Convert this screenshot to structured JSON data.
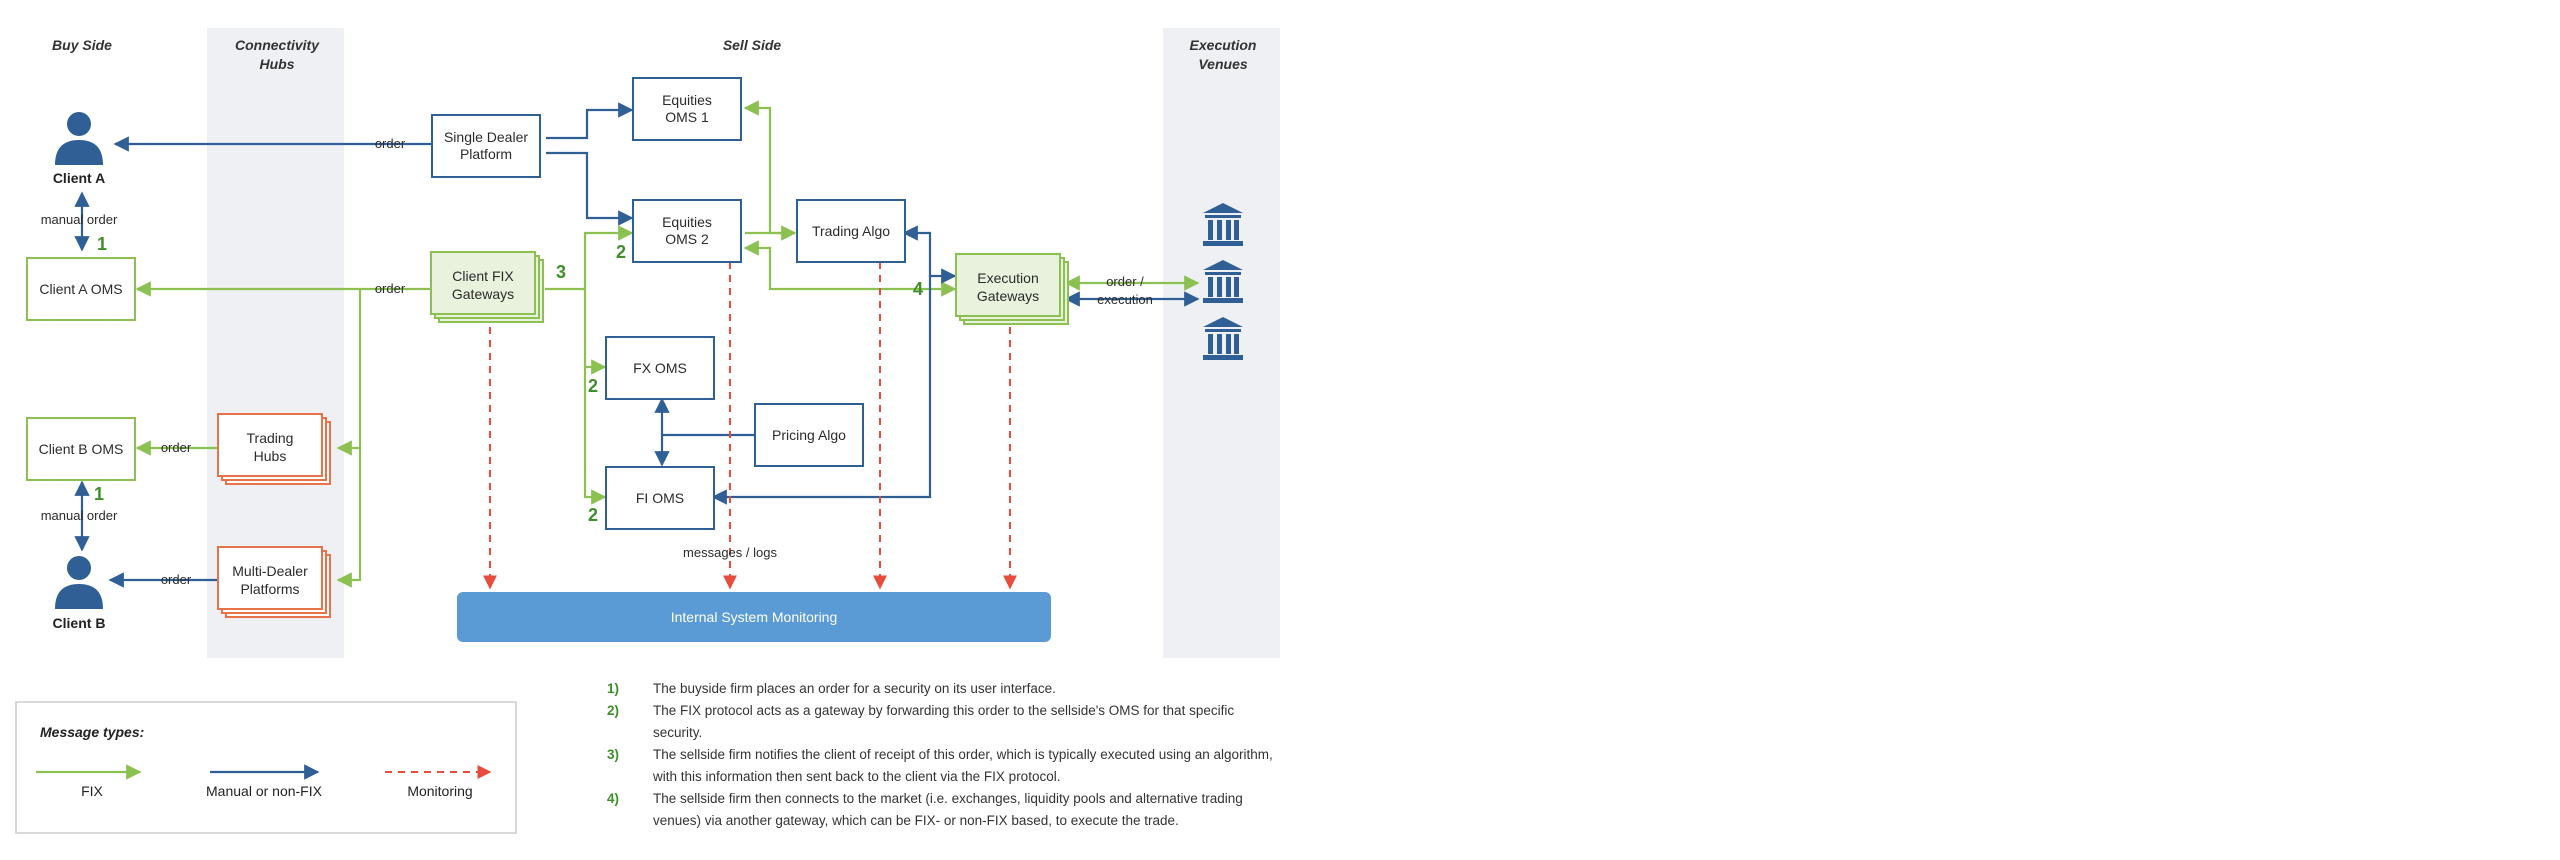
{
  "headers": {
    "buy_side": "Buy Side",
    "hubs_line1": "Connectivity",
    "hubs_line2": "Hubs",
    "sell_side": "Sell Side",
    "venues_line1": "Execution",
    "venues_line2": "Venues"
  },
  "clients": {
    "a": "Client A",
    "b": "Client B",
    "a_oms": "Client A OMS",
    "b_oms": "Client B OMS"
  },
  "hubs": {
    "trading_line1": "Trading",
    "trading_line2": "Hubs",
    "multi_line1": "Multi-Dealer",
    "multi_line2": "Platforms"
  },
  "sell": {
    "sdp_line1": "Single Dealer",
    "sdp_line2": "Platform",
    "eq1_line1": "Equities",
    "eq1_line2": "OMS 1",
    "eq2_line1": "Equities",
    "eq2_line2": "OMS 2",
    "fix_line1": "Client FIX",
    "fix_line2": "Gateways",
    "algo": "Trading Algo",
    "exec_line1": "Execution",
    "exec_line2": "Gateways",
    "fx": "FX OMS",
    "pricing": "Pricing Algo",
    "fi": "FI OMS",
    "monitoring": "Internal System Monitoring"
  },
  "edges": {
    "order": "order",
    "manual_order": "manual order",
    "order_exec_line1": "order /",
    "order_exec_line2": "execution",
    "messages_logs": "messages / logs"
  },
  "step_numbers": {
    "one": "1",
    "two": "2",
    "three": "3",
    "four": "4"
  },
  "legend": {
    "title": "Message types:",
    "fix": "FIX",
    "manual": "Manual or non-FIX",
    "monitoring": "Monitoring"
  },
  "notes": [
    {
      "num": "1)",
      "text": "The buyside firm places an order for a security on its user interface."
    },
    {
      "num": "2)",
      "text": "The FIX protocol acts as a gateway by forwarding this order to the sellside's OMS for that specific security."
    },
    {
      "num": "3)",
      "text": "The sellside firm notifies the client of receipt of this order, which is typically executed using an algorithm, with this information then sent back to the client via the FIX protocol."
    },
    {
      "num": "4)",
      "text": "The sellside firm then connects to the market (i.e. exchanges, liquidity pools and alternative trading venues) via another gateway, which can be FIX- or non-FIX based, to execute the trade."
    }
  ],
  "colors": {
    "fix_green": "#8cc152",
    "manual_blue": "#2f5f94",
    "monitoring_red": "#e74c3c",
    "hub_orange": "#e8734a",
    "monitoring_bar": "#5b9bd5",
    "column_shade": "#eff0f3"
  },
  "icons": [
    "person-icon",
    "bank-icon"
  ]
}
